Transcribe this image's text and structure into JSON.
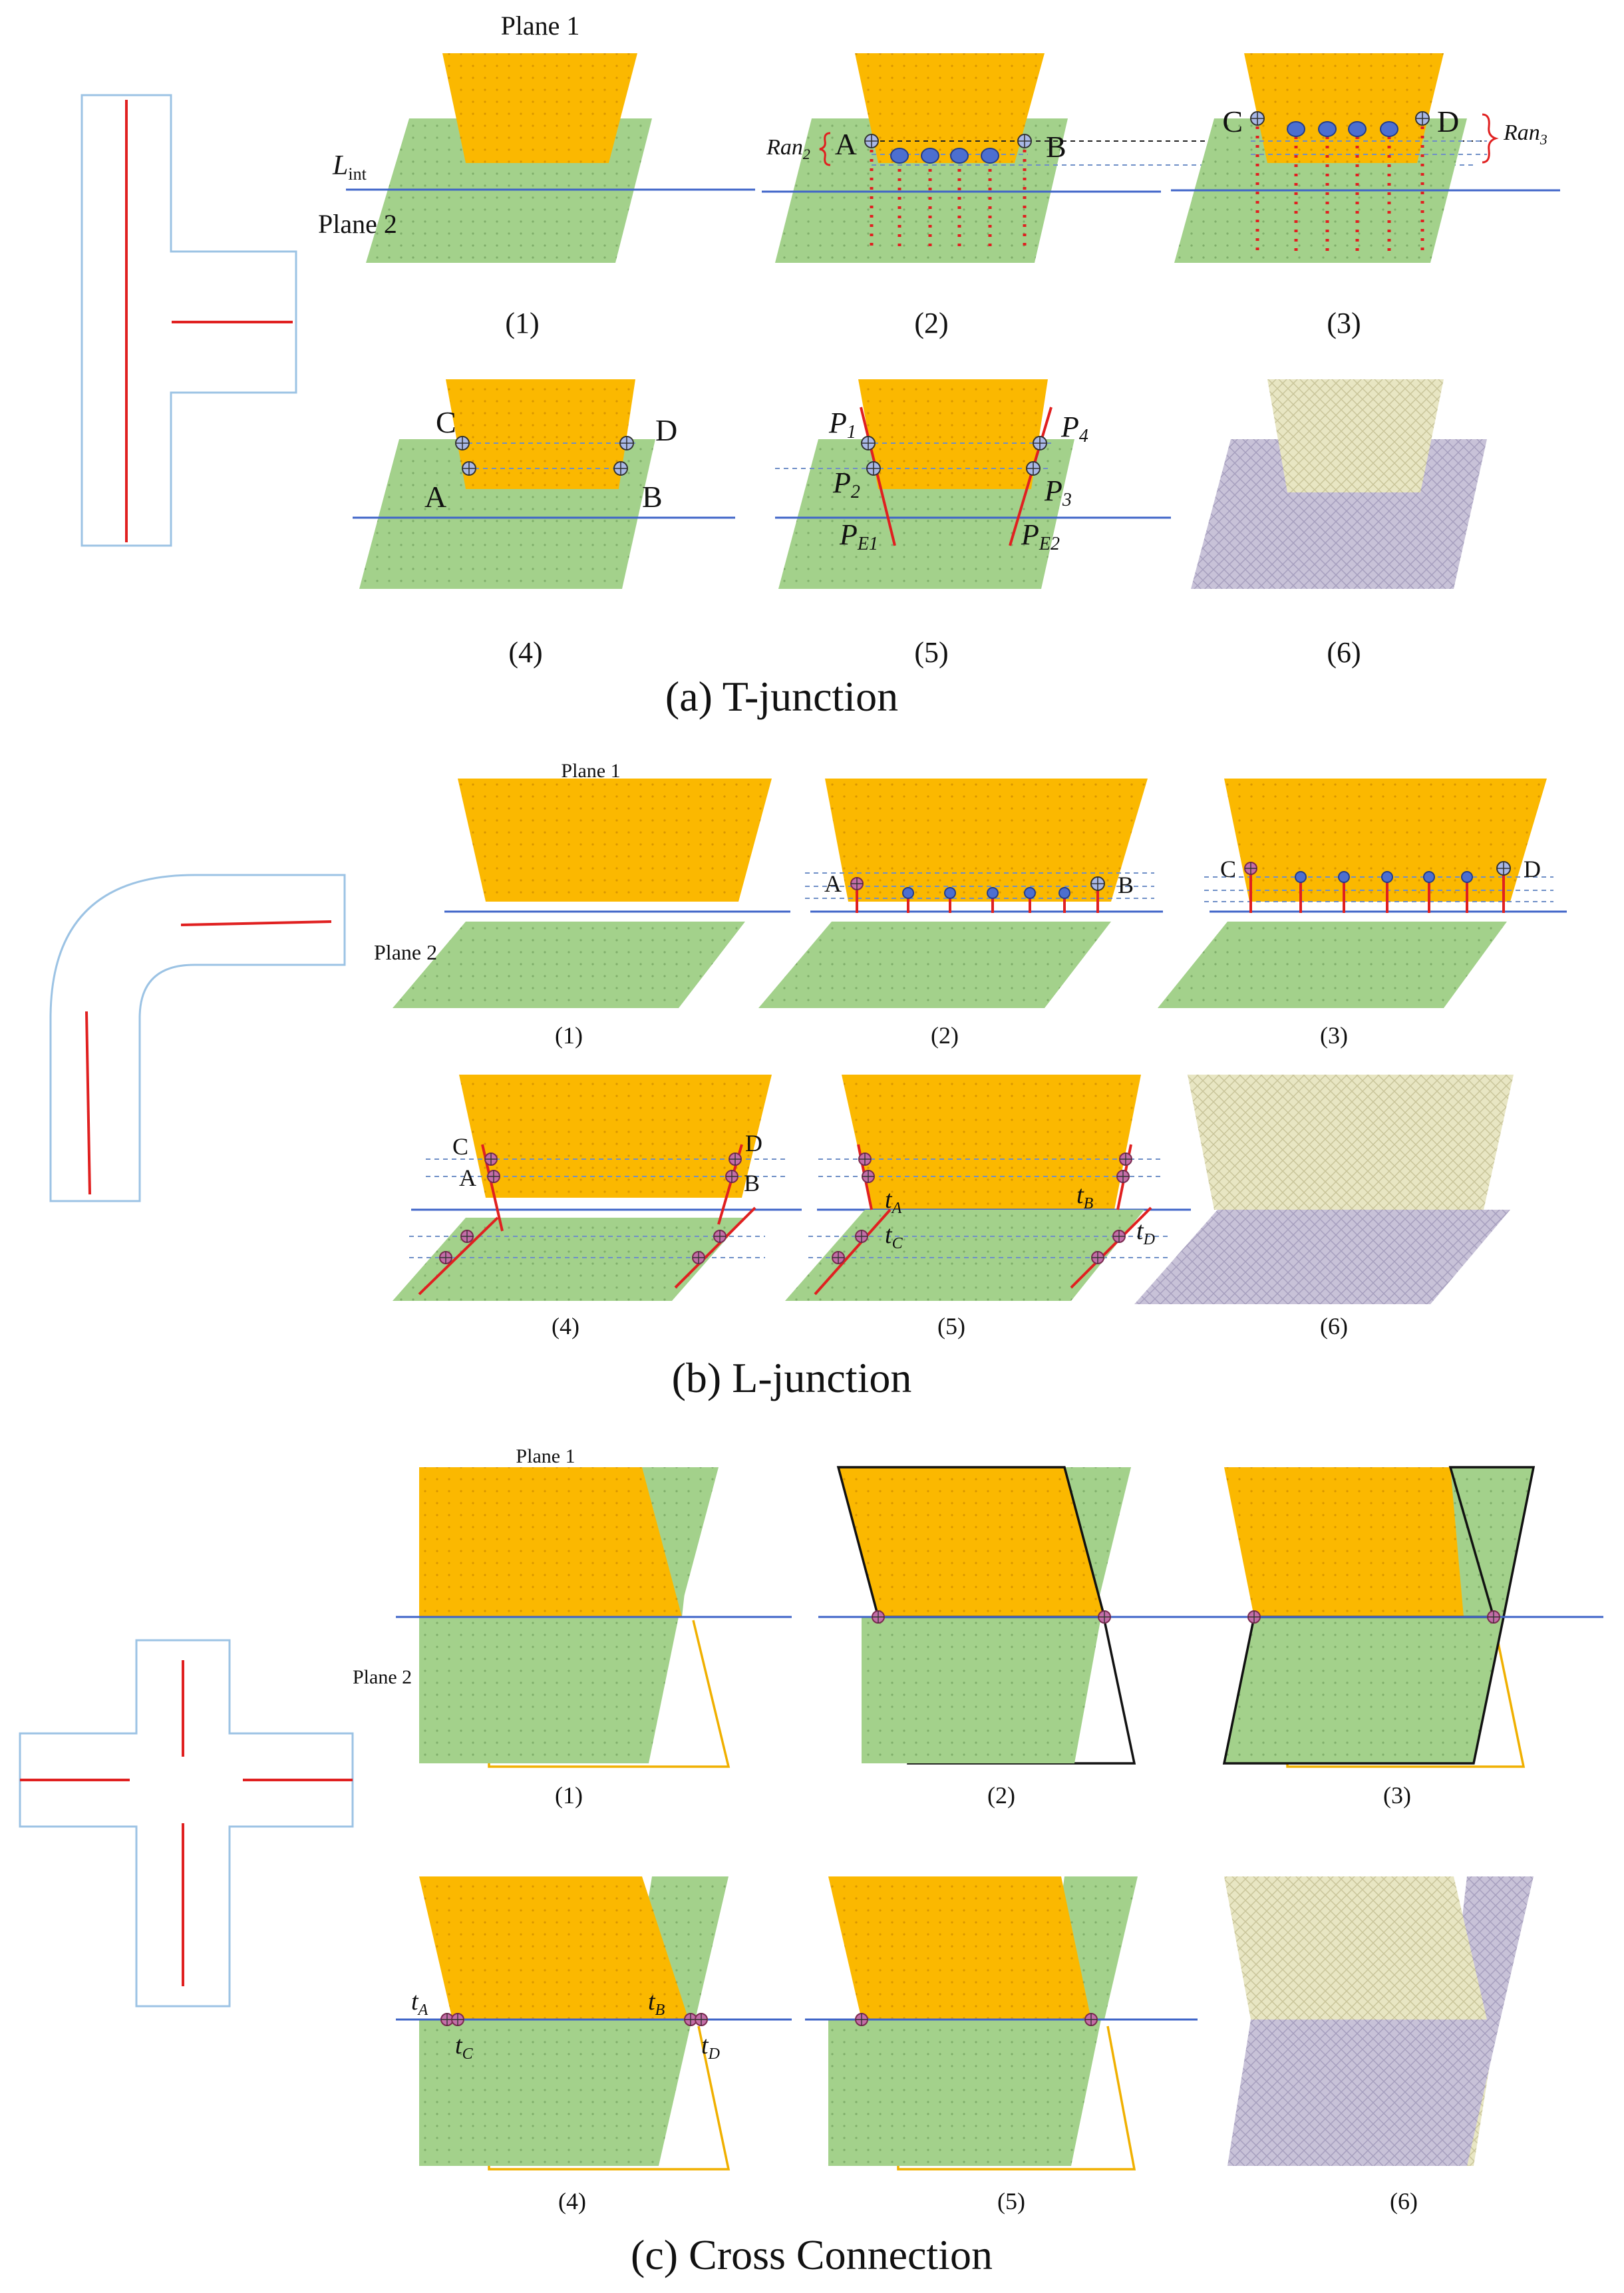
{
  "sections": [
    {
      "id": "a",
      "caption": "(a) T-junction",
      "panel_numbers": [
        "(1)",
        "(2)",
        "(3)",
        "(4)",
        "(5)",
        "(6)"
      ],
      "labels": {
        "plane1": "Plane 1",
        "plane2": "Plane 2",
        "lint_base": "L",
        "lint_sub": "int",
        "ran2_base": "Ran",
        "ran2_sub": "2",
        "ran3_base": "Ran",
        "ran3_sub": "3",
        "A": "A",
        "B": "B",
        "C": "C",
        "D": "D",
        "p_base": "P",
        "p1_sub": "1",
        "p2_sub": "2",
        "p3_sub": "3",
        "p4_sub": "4",
        "pe1_sub": "E1",
        "pe2_sub": "E2"
      }
    },
    {
      "id": "b",
      "caption": "(b) L-junction",
      "panel_numbers": [
        "(1)",
        "(2)",
        "(3)",
        "(4)",
        "(5)",
        "(6)"
      ],
      "labels": {
        "plane1": "Plane 1",
        "plane2": "Plane 2",
        "A": "A",
        "B": "B",
        "C": "C",
        "D": "D",
        "t_base": "t",
        "tA_sub": "A",
        "tB_sub": "B",
        "tC_sub": "C",
        "tD_sub": "D"
      }
    },
    {
      "id": "c",
      "caption": "(c) Cross Connection",
      "panel_numbers": [
        "(1)",
        "(2)",
        "(3)",
        "(4)",
        "(5)",
        "(6)"
      ],
      "labels": {
        "plane1": "Plane 1",
        "plane2": "Plane 2",
        "t_base": "t",
        "tA_sub": "A",
        "tB_sub": "B",
        "tC_sub": "C",
        "tD_sub": "D"
      }
    }
  ],
  "colors": {
    "plane1": "#fbb800",
    "plane2": "#a3d18b",
    "intersection_line": "#3f64c8",
    "extension_line": "#e02020",
    "corridor_outline": "#9cc3e4",
    "final_mesh_top": "#e8e6c3",
    "final_mesh_bottom": "#c8c2d8"
  }
}
